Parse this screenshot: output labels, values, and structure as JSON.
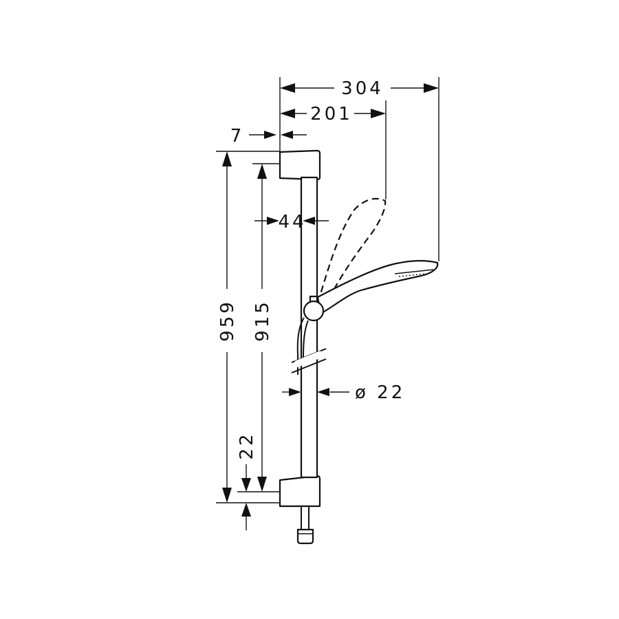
{
  "dimensions": {
    "overall_height": "959",
    "rail_length": "915",
    "total_depth": "304",
    "handshower_depth": "201",
    "wall_offset": "7",
    "bracket_depth": "44",
    "rail_diameter": "ø 22",
    "bottom_offset": "22"
  }
}
